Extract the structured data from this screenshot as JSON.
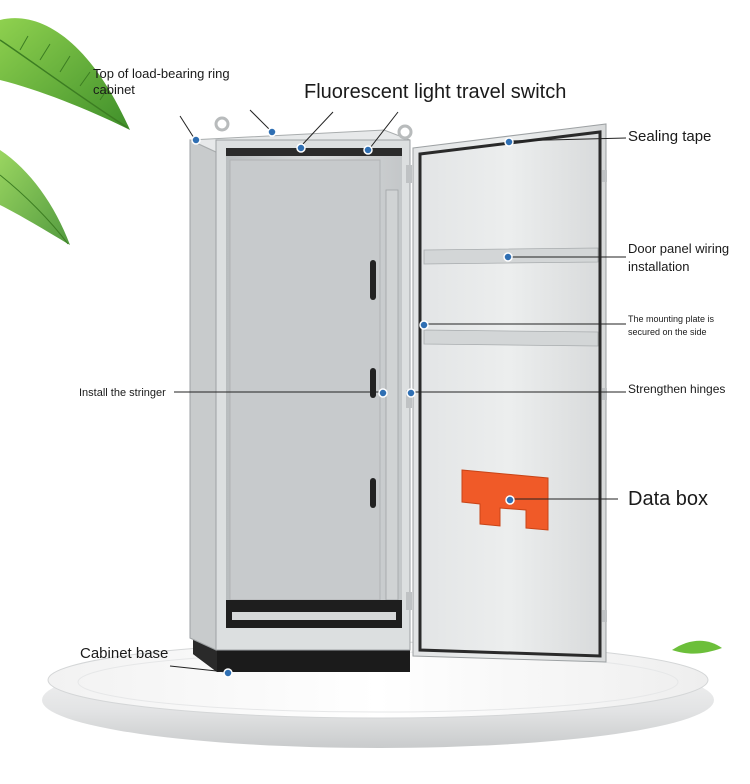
{
  "labels": {
    "top_ring": "Top of load-bearing ring cabinet",
    "fluorescent_switch": "Fluorescent light travel switch",
    "sealing_tape": "Sealing tape",
    "door_panel_wiring": "Door panel wiring installation",
    "mounting_plate": "The mounting plate is secured on the side",
    "stringer": "Install the stringer",
    "hinges": "Strengthen hinges",
    "data_box": "Data box",
    "cabinet_base": "Cabinet base"
  },
  "colors": {
    "cabinet_body": "#dcdfe0",
    "door_panel": "#e6e8e8",
    "base": "#1b1b1b",
    "data_box": "#f05a28",
    "marker": "#2f6fb3",
    "leaf": "#6cbf3a"
  }
}
